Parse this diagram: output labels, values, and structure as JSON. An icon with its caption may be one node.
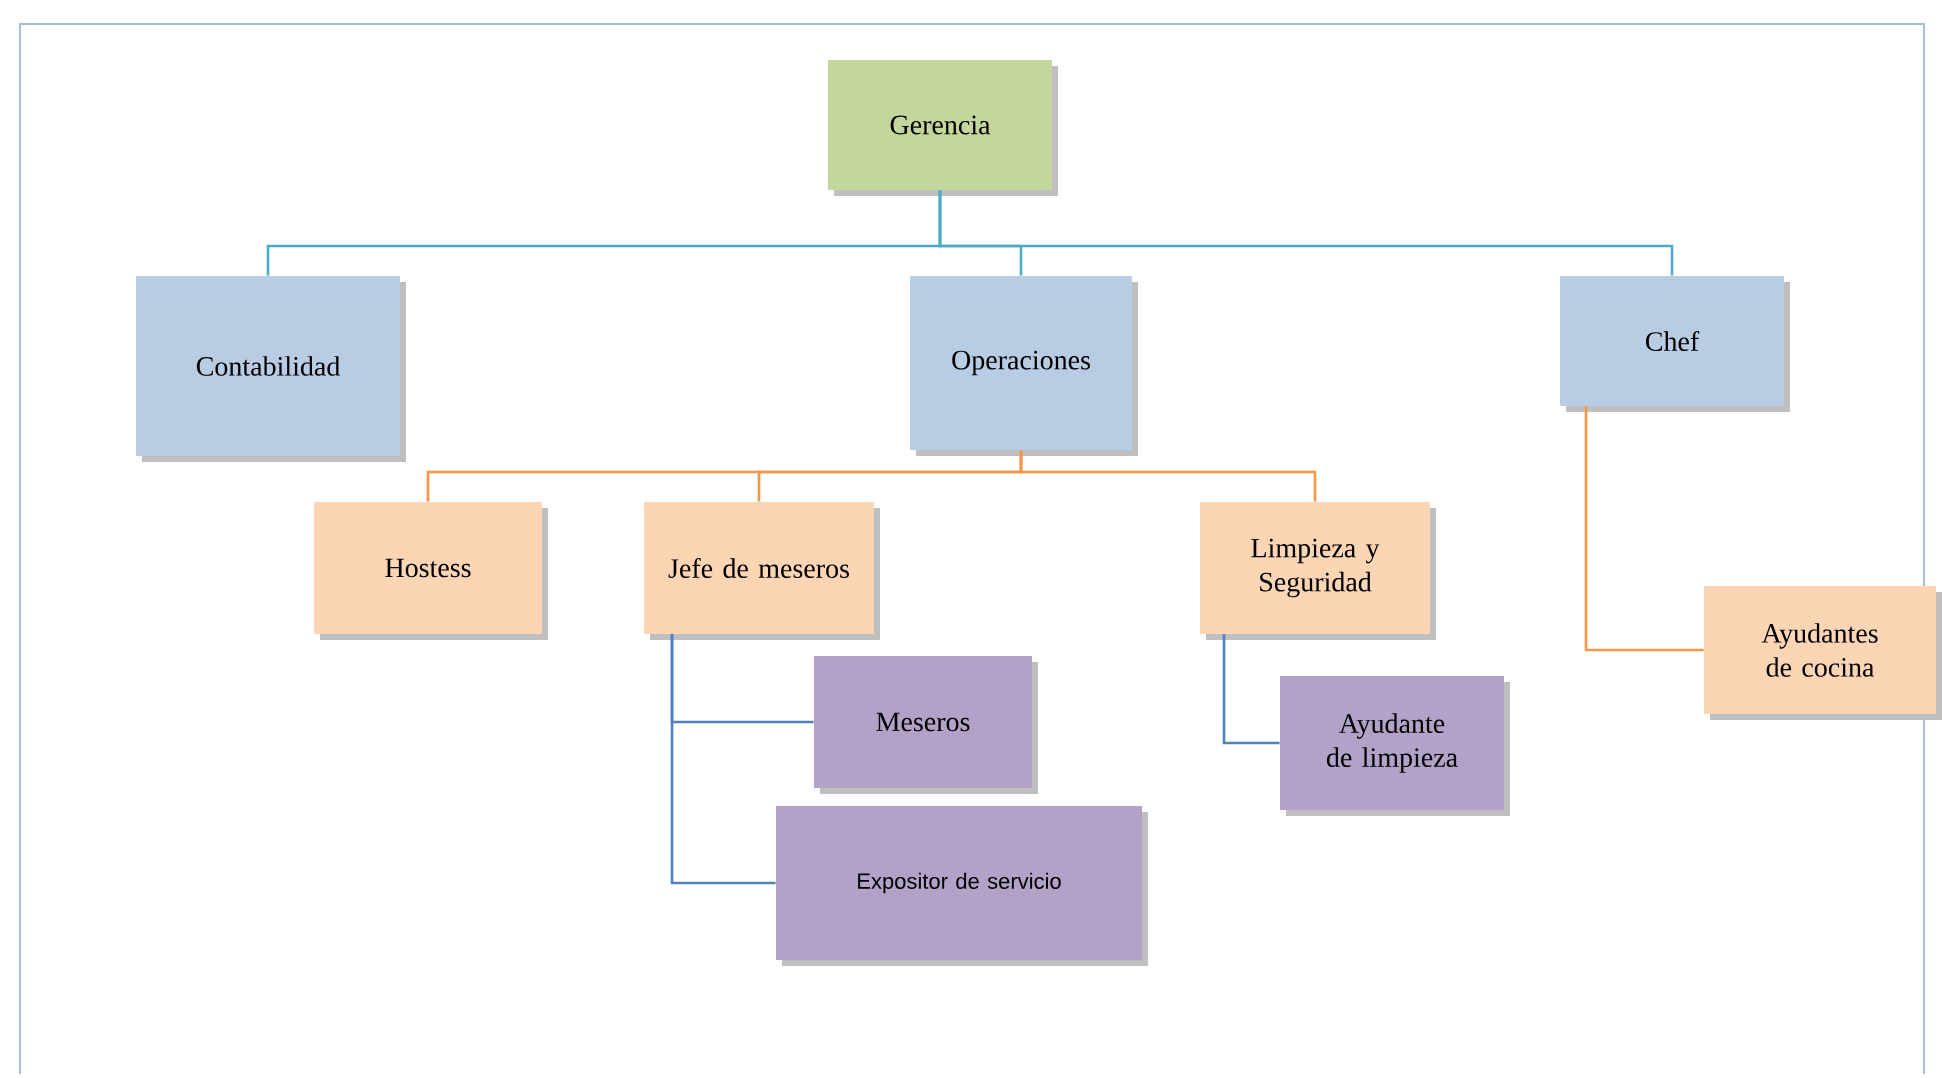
{
  "diagram": {
    "nodes": [
      {
        "text": [
          "Gerencia"
        ]
      },
      {
        "text": [
          "Contabilidad"
        ]
      },
      {
        "text": [
          "Operaciones"
        ]
      },
      {
        "text": [
          "Chef"
        ]
      },
      {
        "text": [
          "Hostess"
        ]
      },
      {
        "text": [
          "Jefe de meseros"
        ]
      },
      {
        "text": [
          "Limpieza y Seguridad"
        ]
      },
      {
        "text": [
          "Ayudantes de cocina"
        ]
      },
      {
        "text": [
          "Meseros"
        ]
      },
      {
        "text": [
          "Expositor de servicio"
        ]
      },
      {
        "text": [
          "Ayudante de limpieza"
        ]
      }
    ],
    "edges": [
      {
        "from": 0,
        "to": 1,
        "arrow": "none",
        "color": "#4bacc6"
      },
      {
        "from": 0,
        "to": 2,
        "arrow": "none",
        "color": "#4bacc6"
      },
      {
        "from": 0,
        "to": 3,
        "arrow": "none",
        "color": "#4bacc6"
      },
      {
        "from": 2,
        "to": 4,
        "arrow": "none",
        "color": "#f79646"
      },
      {
        "from": 2,
        "to": 5,
        "arrow": "none",
        "color": "#f79646"
      },
      {
        "from": 2,
        "to": 6,
        "arrow": "none",
        "color": "#f79646"
      },
      {
        "from": 3,
        "to": 7,
        "arrow": "none",
        "color": "#f79646"
      },
      {
        "from": 5,
        "to": 8,
        "arrow": "none",
        "color": "#4f81bd"
      },
      {
        "from": 5,
        "to": 9,
        "arrow": "none",
        "color": "#4f81bd"
      },
      {
        "from": 6,
        "to": 10,
        "arrow": "none",
        "color": "#4f81bd"
      }
    ]
  }
}
